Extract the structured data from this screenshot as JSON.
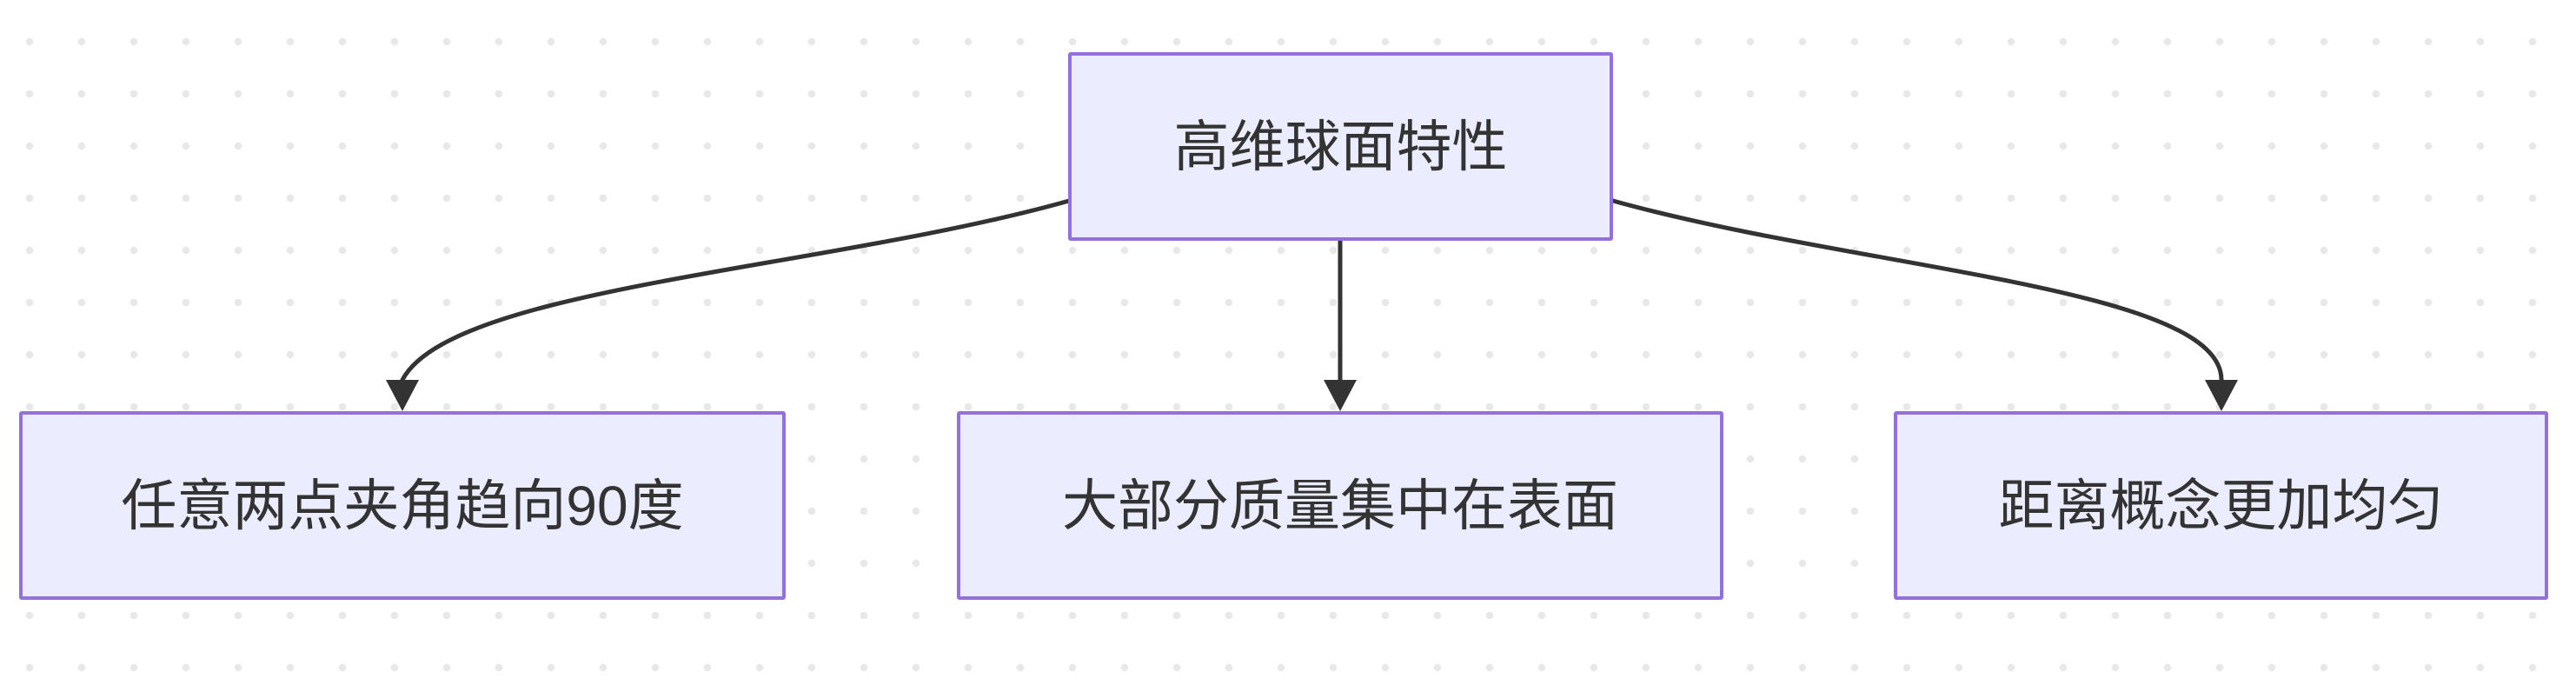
{
  "diagram": {
    "nodes": {
      "root": {
        "label": "高维球面特性"
      },
      "child1": {
        "label": "任意两点夹角趋向90度"
      },
      "child2": {
        "label": "大部分质量集中在表面"
      },
      "child3": {
        "label": "距离概念更加均匀"
      }
    },
    "edges": [
      {
        "from": "root",
        "to": "child1",
        "arrow": "filled-triangle"
      },
      {
        "from": "root",
        "to": "child2",
        "arrow": "filled-triangle"
      },
      {
        "from": "root",
        "to": "child3",
        "arrow": "filled-triangle"
      }
    ],
    "colors": {
      "background": "#FFFFFF",
      "dot": "#E8E8E8",
      "node_fill": "#ECECFF",
      "node_border": "#9370DB",
      "text": "#333333",
      "edge": "#333333"
    }
  }
}
